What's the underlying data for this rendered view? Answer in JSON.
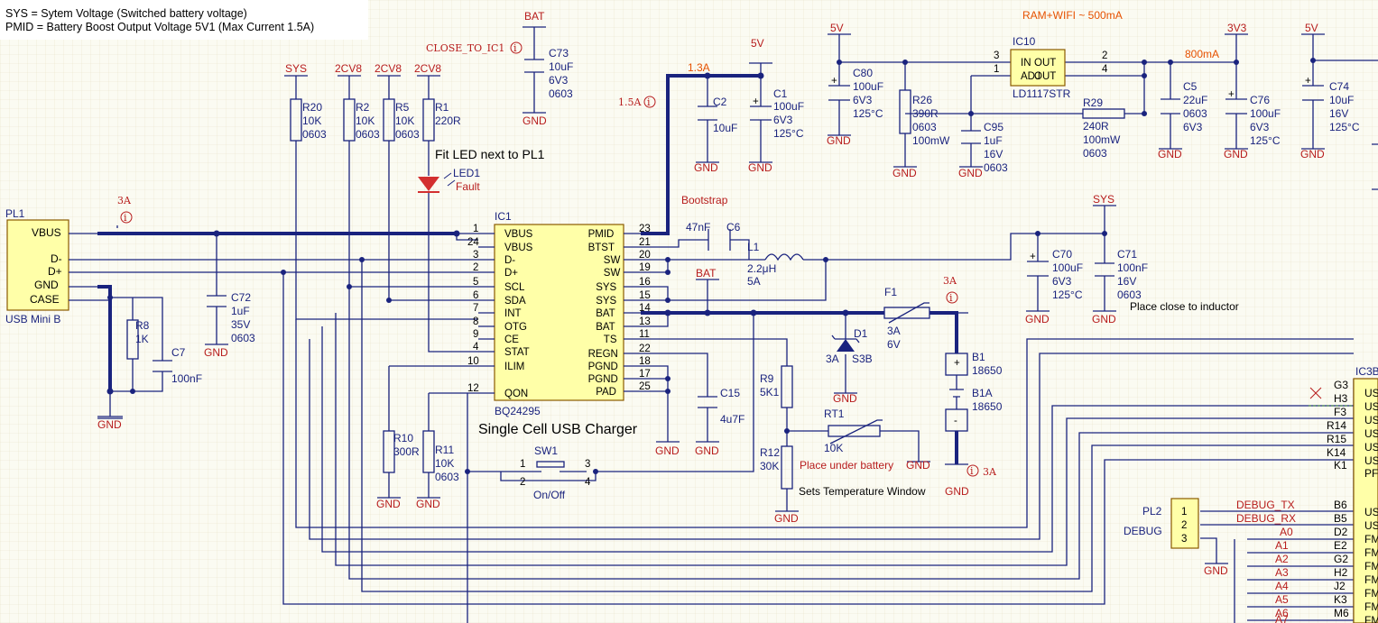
{
  "legend": {
    "line1": "SYS = Sytem Voltage (Switched battery voltage)",
    "line2": "PMID = Battery Boost Output Voltage 5V1 (Max Current 1.5A)"
  },
  "power": {
    "bat": "BAT",
    "sys": "SYS",
    "v5": "5V",
    "v3": "3V3",
    "cv28": "2CV8",
    "gnd": "GND"
  },
  "notes": {
    "ram_wifi": "RAM+WIFI ~ 500mA",
    "close_to_ic1": "CLOSE_TO_IC1",
    "fit_led": "Fit LED next to PL1",
    "bootstrap": "Bootstrap",
    "place_close_inductor": "Place close to inductor",
    "place_under_battery": "Place under battery",
    "sets_temp": "Sets Temperature Window",
    "single_cell": "Single Cell USB Charger",
    "current_1_3a": "1.3A",
    "current_1_5a": "1.5A",
    "current_3a": "3A",
    "current_800ma": "800mA",
    "on_off": "On/Off",
    "debug": "DEBUG"
  },
  "pl1": {
    "ref": "PL1",
    "name": "USB Mini B",
    "pins": [
      "VBUS",
      "D-",
      "D+",
      "GND",
      "CASE"
    ]
  },
  "ic1": {
    "ref": "IC1",
    "part": "BQ24295",
    "left_pins": [
      [
        "1",
        "VBUS"
      ],
      [
        "24",
        "VBUS"
      ],
      [
        "3",
        "D-"
      ],
      [
        "2",
        "D+"
      ],
      [
        "5",
        "SCL"
      ],
      [
        "6",
        "SDA"
      ],
      [
        "7",
        "INT"
      ],
      [
        "8",
        "OTG"
      ],
      [
        "9",
        "CE"
      ],
      [
        "4",
        "STAT"
      ],
      [
        "10",
        "ILIM"
      ],
      [
        "12",
        "QON"
      ]
    ],
    "right_pins": [
      [
        "23",
        "PMID"
      ],
      [
        "21",
        "BTST"
      ],
      [
        "20",
        "SW"
      ],
      [
        "19",
        "SW"
      ],
      [
        "16",
        "SYS"
      ],
      [
        "15",
        "SYS"
      ],
      [
        "14",
        "BAT"
      ],
      [
        "13",
        "BAT"
      ],
      [
        "11",
        "TS"
      ],
      [
        "22",
        "REGN"
      ],
      [
        "18",
        "PGND"
      ],
      [
        "17",
        "PGND"
      ],
      [
        "25",
        "PAD"
      ]
    ]
  },
  "ic10": {
    "ref": "IC10",
    "part": "LD1117STR",
    "pins": [
      [
        "3",
        "IN"
      ],
      [
        "1",
        "ADJ"
      ],
      [
        "2",
        "OUT"
      ],
      [
        "4",
        "OUT"
      ]
    ]
  },
  "ic3": {
    "ref": "IC3B",
    "pins": [
      "G3",
      "H3",
      "F3",
      "R14",
      "R15",
      "K14",
      "K1"
    ],
    "labels": [
      "US",
      "US",
      "US",
      "US",
      "US",
      "US",
      "PF"
    ]
  },
  "fm": {
    "nets": [
      "B6",
      "B5",
      "D2",
      "E2",
      "G2",
      "H2",
      "J2",
      "K3",
      "M6"
    ],
    "names": [
      "DEBUG_TX",
      "DEBUG_RX",
      "A0",
      "A1",
      "A2",
      "A3",
      "A4",
      "A5",
      "A6",
      "A7"
    ],
    "labels": [
      "US",
      "US",
      "FM",
      "FM",
      "FM",
      "FM",
      "FM",
      "FM",
      "FM"
    ]
  },
  "pl2": {
    "ref": "PL2",
    "pins": [
      "1",
      "2",
      "3"
    ]
  },
  "components": [
    {
      "ref": "R20",
      "v": [
        "10K",
        "0603"
      ]
    },
    {
      "ref": "R2",
      "v": [
        "10K",
        "0603"
      ]
    },
    {
      "ref": "R5",
      "v": [
        "10K",
        "0603"
      ]
    },
    {
      "ref": "R1",
      "v": [
        "220R"
      ]
    },
    {
      "ref": "LED1",
      "v": [
        "Fault"
      ]
    },
    {
      "ref": "C73",
      "v": [
        "10uF",
        "6V3",
        "0603"
      ]
    },
    {
      "ref": "C2",
      "v": [
        "10uF"
      ]
    },
    {
      "ref": "C1",
      "v": [
        "100uF",
        "6V3",
        "125°C"
      ]
    },
    {
      "ref": "C80",
      "v": [
        "100uF",
        "6V3",
        "125°C"
      ]
    },
    {
      "ref": "R26",
      "v": [
        "390R",
        "0603",
        "100mW"
      ]
    },
    {
      "ref": "C95",
      "v": [
        "1uF",
        "16V",
        "0603"
      ]
    },
    {
      "ref": "R29",
      "v": [
        "240R",
        "100mW",
        "0603"
      ]
    },
    {
      "ref": "C5",
      "v": [
        "22uF",
        "0603",
        "6V3"
      ]
    },
    {
      "ref": "C76",
      "v": [
        "100uF",
        "6V3",
        "125°C"
      ]
    },
    {
      "ref": "C74",
      "v": [
        "10uF",
        "16V",
        "125°C"
      ]
    },
    {
      "ref": "C6",
      "v": [
        "47nF"
      ]
    },
    {
      "ref": "L1",
      "v": [
        "2.2μH",
        "5A"
      ]
    },
    {
      "ref": "C70",
      "v": [
        "100uF",
        "6V3",
        "125°C"
      ]
    },
    {
      "ref": "C71",
      "v": [
        "100nF",
        "16V",
        "0603"
      ]
    },
    {
      "ref": "C72",
      "v": [
        "1uF",
        "35V",
        "0603"
      ]
    },
    {
      "ref": "R8",
      "v": [
        "1K"
      ]
    },
    {
      "ref": "C7",
      "v": [
        "100nF"
      ]
    },
    {
      "ref": "F1",
      "v": [
        "3A",
        "6V"
      ]
    },
    {
      "ref": "D1",
      "v": [
        "3A",
        "S3B"
      ]
    },
    {
      "ref": "B1",
      "v": [
        "18650"
      ]
    },
    {
      "ref": "B1A",
      "v": [
        "18650"
      ]
    },
    {
      "ref": "C15",
      "v": [
        "4u7F"
      ]
    },
    {
      "ref": "R9",
      "v": [
        "5K1"
      ]
    },
    {
      "ref": "RT1",
      "v": [
        "10K"
      ]
    },
    {
      "ref": "R12",
      "v": [
        "30K"
      ]
    },
    {
      "ref": "R10",
      "v": [
        "300R"
      ]
    },
    {
      "ref": "R11",
      "v": [
        "10K",
        "0603"
      ]
    },
    {
      "ref": "SW1",
      "v": [
        "1",
        "2",
        "3",
        "4"
      ]
    }
  ]
}
